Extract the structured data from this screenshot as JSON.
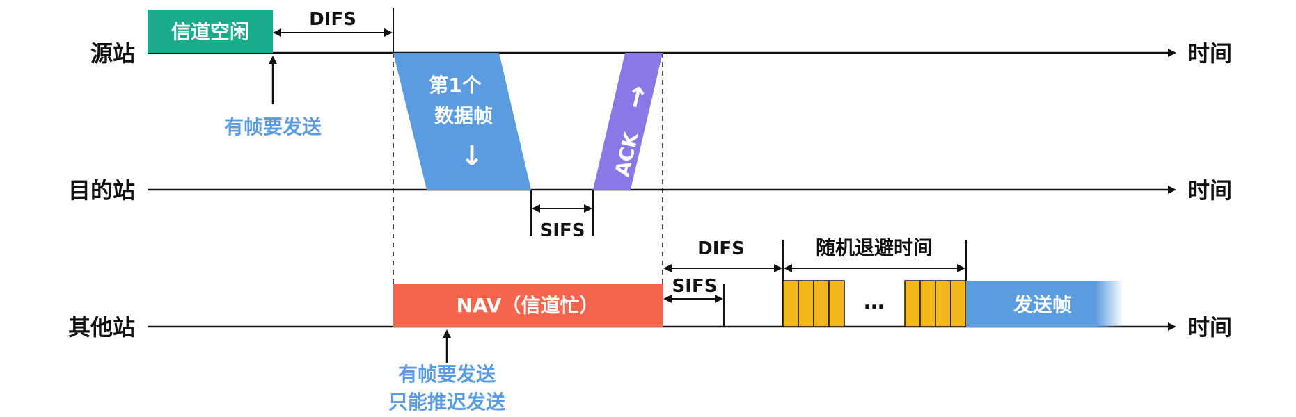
{
  "rows": {
    "source": "源站",
    "destination": "目的站",
    "others": "其他站"
  },
  "time_axis_label": "时间",
  "source": {
    "idle_box": "信道空闲",
    "difs": "DIFS",
    "has_frame_note": "有帧要发送"
  },
  "transfer": {
    "data_frame_line1": "第1个",
    "data_frame_line2": "数据帧",
    "data_arrow": "↓",
    "ack": "ACK",
    "ack_arrow": "↑",
    "sifs": "SIFS"
  },
  "others": {
    "nav_box": "NAV（信道忙）",
    "sifs": "SIFS",
    "difs": "DIFS",
    "backoff": "随机退避时间",
    "ellipsis": "…",
    "send_frame": "发送帧",
    "note_line1": "有帧要发送",
    "note_line2": "只能推迟发送"
  },
  "colors": {
    "idle_green": "#1aab8a",
    "data_blue": "#5b9bdf",
    "ack_purple": "#8a78e6",
    "nav_red": "#f4654c",
    "slot_yellow": "#f3b71c",
    "note_blue": "#5b9bdf"
  }
}
